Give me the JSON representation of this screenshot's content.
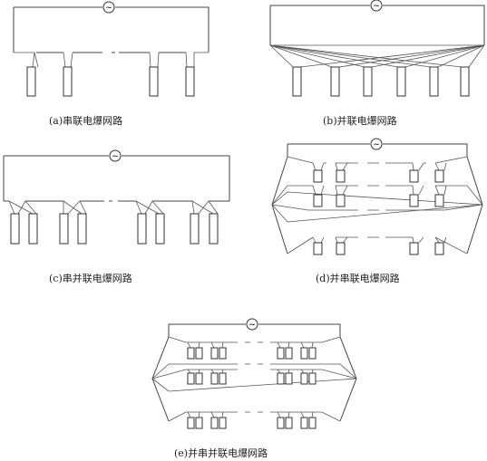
{
  "figure": {
    "captions": {
      "a": "(a)串联电爆网路",
      "b": "(b)并联电爆网路",
      "c": "(c)串并联电爆网路",
      "d": "(d)并串联电爆网路",
      "e": "(e)并串并联电爆网路"
    },
    "source_symbol": "~",
    "colors": {
      "line": "#444444",
      "text": "#222222",
      "background": "#ffffff"
    }
  }
}
